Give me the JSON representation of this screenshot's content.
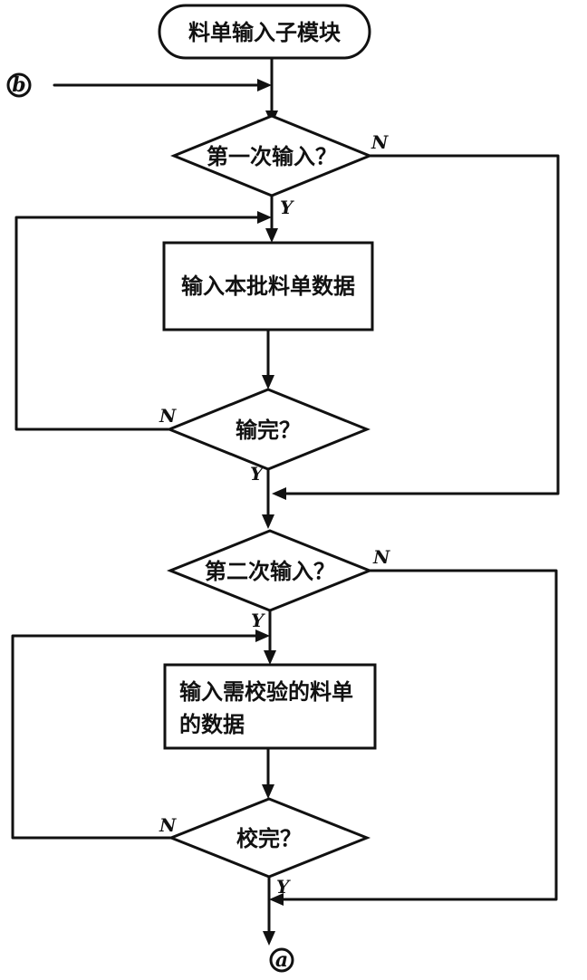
{
  "nodes": {
    "start": "料单输入子模块",
    "first_input": "第一次输入？",
    "input_batch": "输入本批料单数据",
    "input_done": "输完？",
    "second_input": "第二次输入？",
    "input_verify_line1": "输入需校验的料单",
    "input_verify_line2": "的数据",
    "verify_done": "校完？"
  },
  "connectors": {
    "entry": "b",
    "exit": "a"
  },
  "branch_labels": {
    "first_input_yes": "Y",
    "first_input_no": "N",
    "input_done_yes": "Y",
    "input_done_no": "N",
    "second_input_yes": "Y",
    "second_input_no": "N",
    "verify_done_yes": "Y",
    "verify_done_no": "N"
  }
}
